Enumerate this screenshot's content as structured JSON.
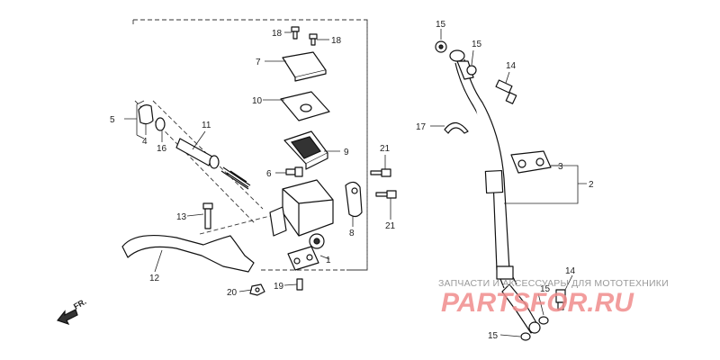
{
  "callouts": {
    "c18a": "18",
    "c18b": "18",
    "c7": "7",
    "c10": "10",
    "c9": "9",
    "c6": "6",
    "c5": "5",
    "c4": "4",
    "c16": "16",
    "c11": "11",
    "c13": "13",
    "c12": "12",
    "c20": "20",
    "c19": "19",
    "c8": "8",
    "c21a": "21",
    "c21b": "21",
    "c1": "1",
    "c15a": "15",
    "c15b": "15",
    "c14a": "14",
    "c17": "17",
    "c3": "3",
    "c2": "2",
    "c14b": "14",
    "c15c": "15",
    "c15d": "15"
  },
  "front_indicator": "FR.",
  "watermark": {
    "line": "ЗАПЧАСТИ И АКСЕССУАРЫ ДЛЯ МОТОТЕХНИКИ",
    "logo": "PARTSFOR.RU",
    "color": "#f08c8c"
  }
}
